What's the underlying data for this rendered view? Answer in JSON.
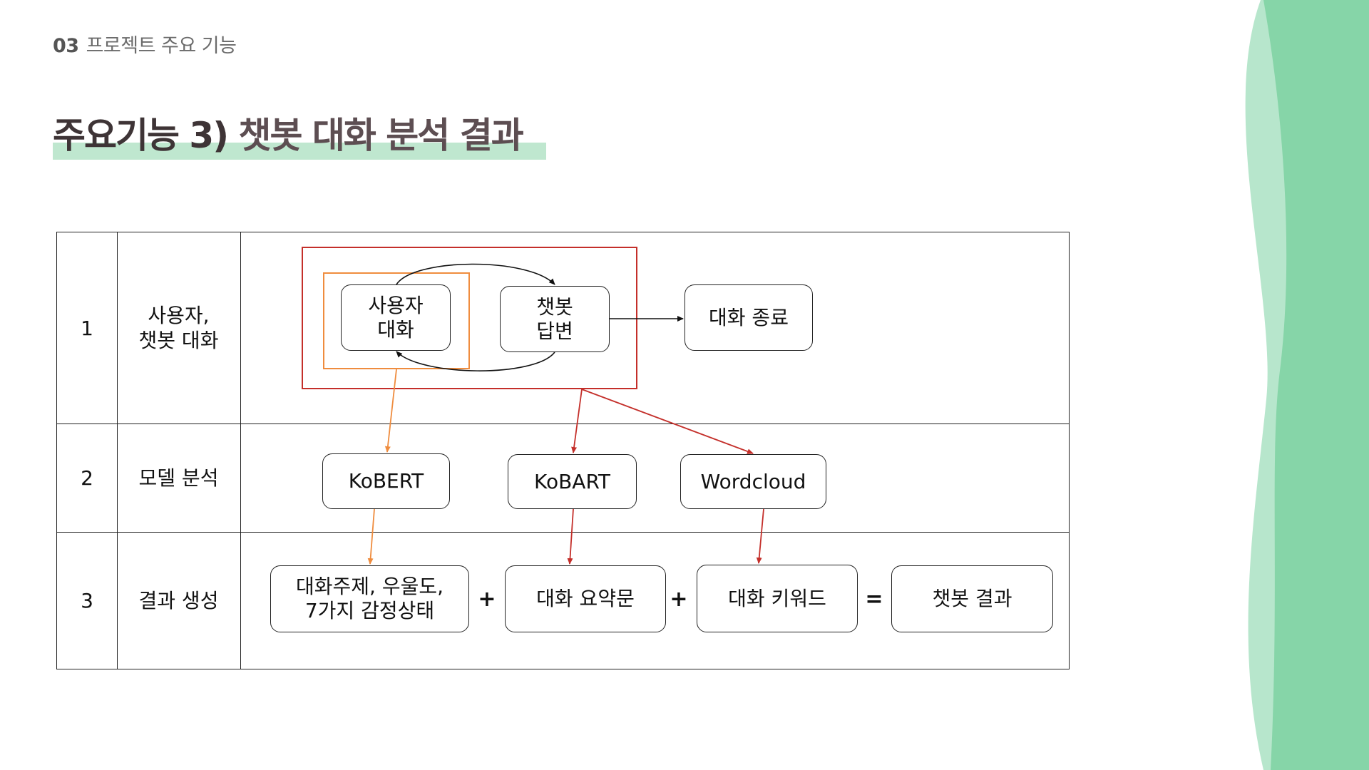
{
  "header": {
    "section_number": "03",
    "section_title": "프로젝트 주요 기능"
  },
  "title": {
    "prefix": "주요기능 3)",
    "text": "챗봇 대화 분석 결과"
  },
  "colors": {
    "deco_green_dark": "#86d5a8",
    "deco_green_light": "#b7e6cc",
    "title_highlight": "#bfe7cf",
    "red_frame": "#c42f2a",
    "orange_frame": "#ef8c3e"
  },
  "table": {
    "rows": [
      {
        "index": "1",
        "stage": "사용자,\n챗봇 대화"
      },
      {
        "index": "2",
        "stage": "모델 분석"
      },
      {
        "index": "3",
        "stage": "결과 생성"
      }
    ]
  },
  "diagram": {
    "row1": {
      "user_dialog": "사용자\n대화",
      "bot_answer": "챗봇\n답변",
      "end_dialog": "대화 종료"
    },
    "row2": {
      "kobert": "KoBERT",
      "kobart": "KoBART",
      "wordcloud": "Wordcloud"
    },
    "row3": {
      "topic_emotion": "대화주제, 우울도,\n7가지 감정상태",
      "summary": "대화 요약문",
      "keywords": "대화 키워드",
      "result": "챗봇 결과",
      "plus1": "+",
      "plus2": "+",
      "equals": "="
    }
  }
}
